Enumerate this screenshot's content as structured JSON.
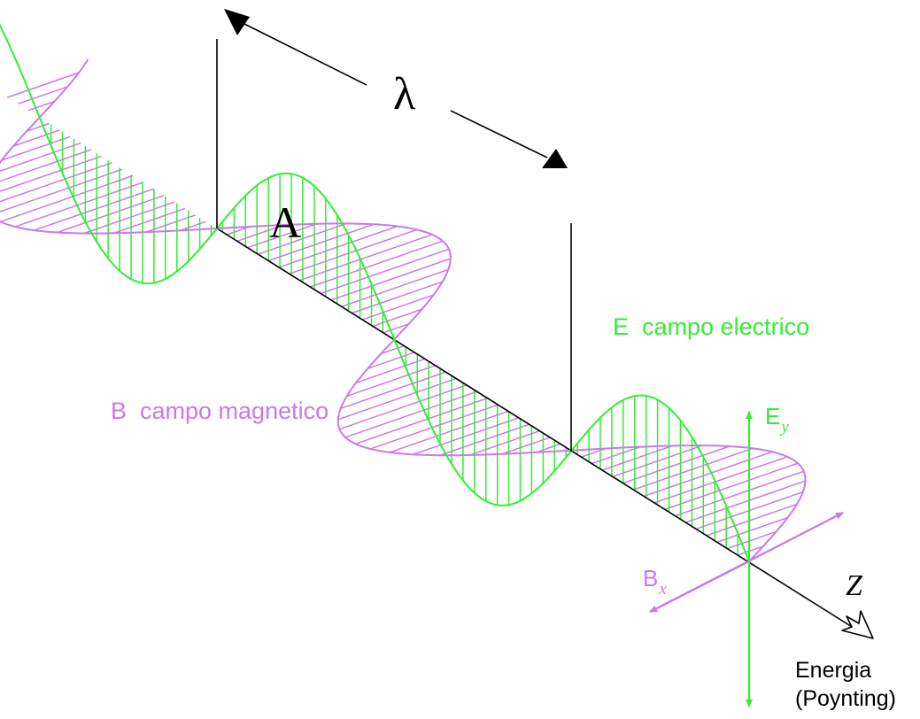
{
  "labels": {
    "wavelength": "λ",
    "amplitude": "A",
    "e_field": "E  campo electrico",
    "b_field": "B  campo magnetico",
    "ey_main": "E",
    "ey_sub": "y",
    "bx_main": "B",
    "bx_sub": "x",
    "z_axis": "Z",
    "energy_line1": "Energia",
    "energy_line2": "(Poynting)"
  },
  "colors": {
    "electric": "#33ee33",
    "magnetic": "#cc77ee",
    "axis": "#000000",
    "background": "#ffffff"
  }
}
